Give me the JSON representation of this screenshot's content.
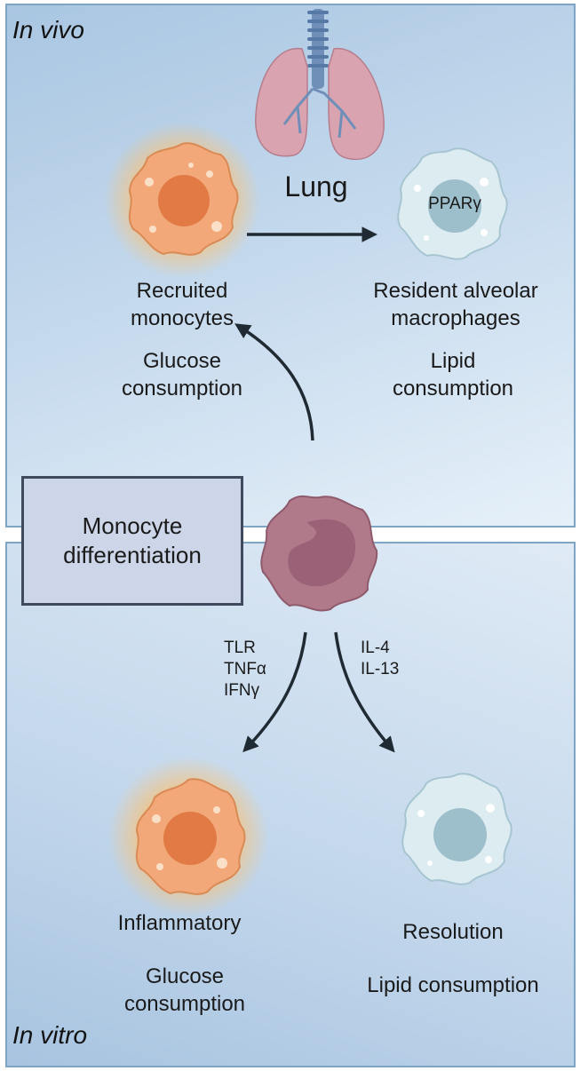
{
  "in_vivo": {
    "section_label": "In vivo",
    "organ_label": "Lung",
    "recruited": {
      "name_line1": "Recruited",
      "name_line2": "monocytes",
      "metab_line1": "Glucose",
      "metab_line2": "consumption"
    },
    "resident": {
      "marker": "PPARγ",
      "name_line1": "Resident alveolar",
      "name_line2": "macrophages",
      "metab_line1": "Lipid",
      "metab_line2": "consumption"
    }
  },
  "center": {
    "box_line1": "Monocyte",
    "box_line2": "differentiation"
  },
  "in_vitro": {
    "section_label": "In vitro",
    "left_stimuli": [
      "TLR",
      "TNFα",
      "IFNγ"
    ],
    "right_stimuli": [
      "IL-4",
      "IL-13"
    ],
    "inflammatory": {
      "name": "Inflammatory",
      "metab_line1": "Glucose",
      "metab_line2": "consumption"
    },
    "resolution": {
      "name": "Resolution",
      "metab": "Lipid consumption"
    }
  },
  "colors": {
    "inflammatory_cell": "#f2a878",
    "inflammatory_nucleus": "#e27a45",
    "resolving_cell": "#dcecf1",
    "resolving_nucleus": "#9dbfcb",
    "monocyte": "#b07a8a",
    "monocyte_nucleus": "#9a6177",
    "lung": "#d9a3b0",
    "trachea": "#6f8fb8",
    "arrow": "#1f2a33"
  }
}
